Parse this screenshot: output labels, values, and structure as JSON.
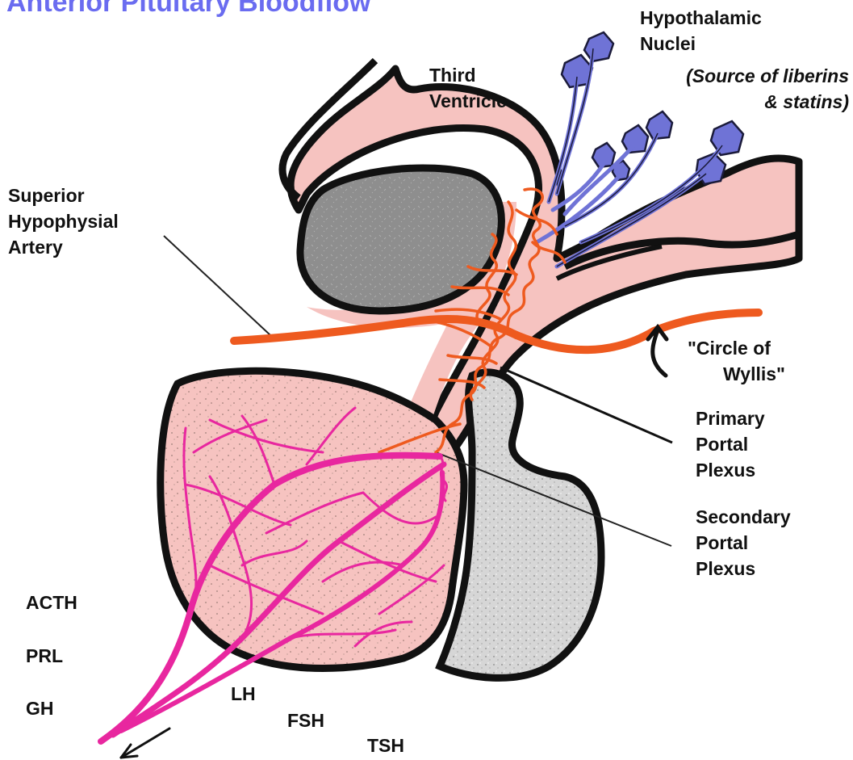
{
  "title": "Anterior Pituitary Bloodflow",
  "colors": {
    "title": "#6a6cf0",
    "tissue_pink": "#f6c3c0",
    "artery_orange": "#ee5a1f",
    "portal_magenta": "#e8279f",
    "neuron_blue": "#6f73d6",
    "gray_chiasm": "#8e8e8e",
    "gray_posterior": "#d9d9d9",
    "outline": "#111111"
  },
  "labels": {
    "hypothalamic_nuclei": [
      "Hypothalamic",
      "Nuclei"
    ],
    "liberins_statins": [
      "(Source of liberins",
      "& statins)"
    ],
    "third_ventricle": [
      "Third",
      "Ventricle"
    ],
    "superior_hypophysial_artery": [
      "Superior",
      "Hypophysial",
      "Artery"
    ],
    "circle_of_wyllis": [
      "\"Circle of",
      "Wyllis\""
    ],
    "primary_portal_plexus": [
      "Primary",
      "Portal",
      "Plexus"
    ],
    "secondary_portal_plexus": [
      "Secondary",
      "Portal",
      "Plexus"
    ]
  },
  "hormones": {
    "acth": "ACTH",
    "prl": "PRL",
    "gh": "GH",
    "lh": "LH",
    "fsh": "FSH",
    "tsh": "TSH"
  },
  "icons": {
    "neurons": "neuron-cluster-icon",
    "flow_arrow_blood": "curved-arrow-icon",
    "flow_arrow_out": "arrow-down-left-icon"
  }
}
